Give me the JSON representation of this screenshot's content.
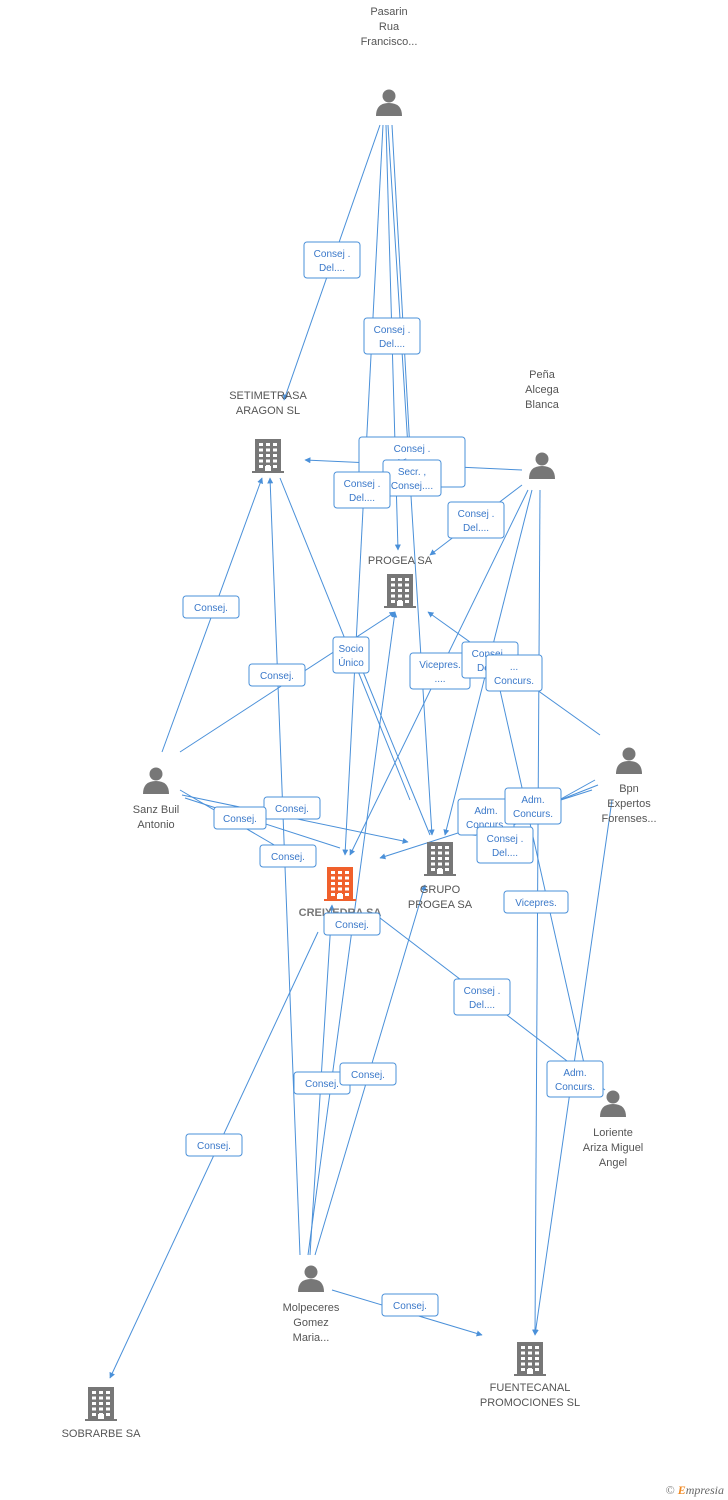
{
  "colors": {
    "edge": "#4a90d9",
    "company": "#777777",
    "person": "#777777",
    "highlight": "#f0602c"
  },
  "nodes": [
    {
      "id": "pasarin",
      "type": "person",
      "lines": [
        "Pasarin",
        "Rua",
        "Francisco..."
      ]
    },
    {
      "id": "setimetrasa",
      "type": "company",
      "lines": [
        "SETIMETRASA",
        "ARAGON SL"
      ]
    },
    {
      "id": "pena",
      "type": "person",
      "lines": [
        "Peña",
        "Alcega",
        "Blanca"
      ]
    },
    {
      "id": "progea",
      "type": "company",
      "lines": [
        "PROGEA SA"
      ]
    },
    {
      "id": "sanz",
      "type": "person",
      "lines": [
        "Sanz Buil",
        "Antonio"
      ]
    },
    {
      "id": "bpn",
      "type": "person",
      "lines": [
        "Bpn",
        "Expertos",
        "Forenses..."
      ]
    },
    {
      "id": "creixedra",
      "type": "company",
      "main": true,
      "lines": [
        "CREIXEDRA SA"
      ]
    },
    {
      "id": "grupo",
      "type": "company",
      "lines": [
        "GRUPO",
        "PROGEA SA"
      ]
    },
    {
      "id": "loriente",
      "type": "person",
      "lines": [
        "Loriente",
        "Ariza Miguel",
        "Angel"
      ]
    },
    {
      "id": "molpeceres",
      "type": "person",
      "lines": [
        "Molpeceres",
        "Gomez",
        "Maria..."
      ]
    },
    {
      "id": "sobrarbe",
      "type": "company",
      "lines": [
        "SOBRARBE SA"
      ]
    },
    {
      "id": "fuentecanal",
      "type": "company",
      "lines": [
        "FUENTECANAL",
        "PROMOCIONES SL"
      ]
    }
  ],
  "edge_labels": [
    [
      "Consej .",
      "Del...."
    ],
    [
      "Consej .",
      "Del...."
    ],
    [
      "Consej .",
      "Vice...",
      "...ej...."
    ],
    [
      "Secr. ,",
      "Consej...."
    ],
    [
      "Consej .",
      "Del...."
    ],
    [
      "Consej .",
      "Del...."
    ],
    [
      "Consej."
    ],
    [
      "Consej."
    ],
    [
      "Socio",
      "Único"
    ],
    [
      "Vicepres.",
      "...."
    ],
    [
      "Consej .",
      "Del...."
    ],
    [
      "...",
      "Concurs."
    ],
    [
      "Consej."
    ],
    [
      "Consej."
    ],
    [
      "Consej."
    ],
    [
      "Adm.",
      "Concurs."
    ],
    [
      "Adm.",
      "Concurs."
    ],
    [
      "Consej .",
      "Del...."
    ],
    [
      "Vicepres."
    ],
    [
      "Consej."
    ],
    [
      "Consej .",
      "Del...."
    ],
    [
      "Adm.",
      "Concurs."
    ],
    [
      "Consej."
    ],
    [
      "Consej."
    ],
    [
      "Consej."
    ],
    [
      "Consej."
    ]
  ],
  "watermark": {
    "copyright": "©",
    "brand_initial": "E",
    "brand_rest": "mpresia"
  }
}
